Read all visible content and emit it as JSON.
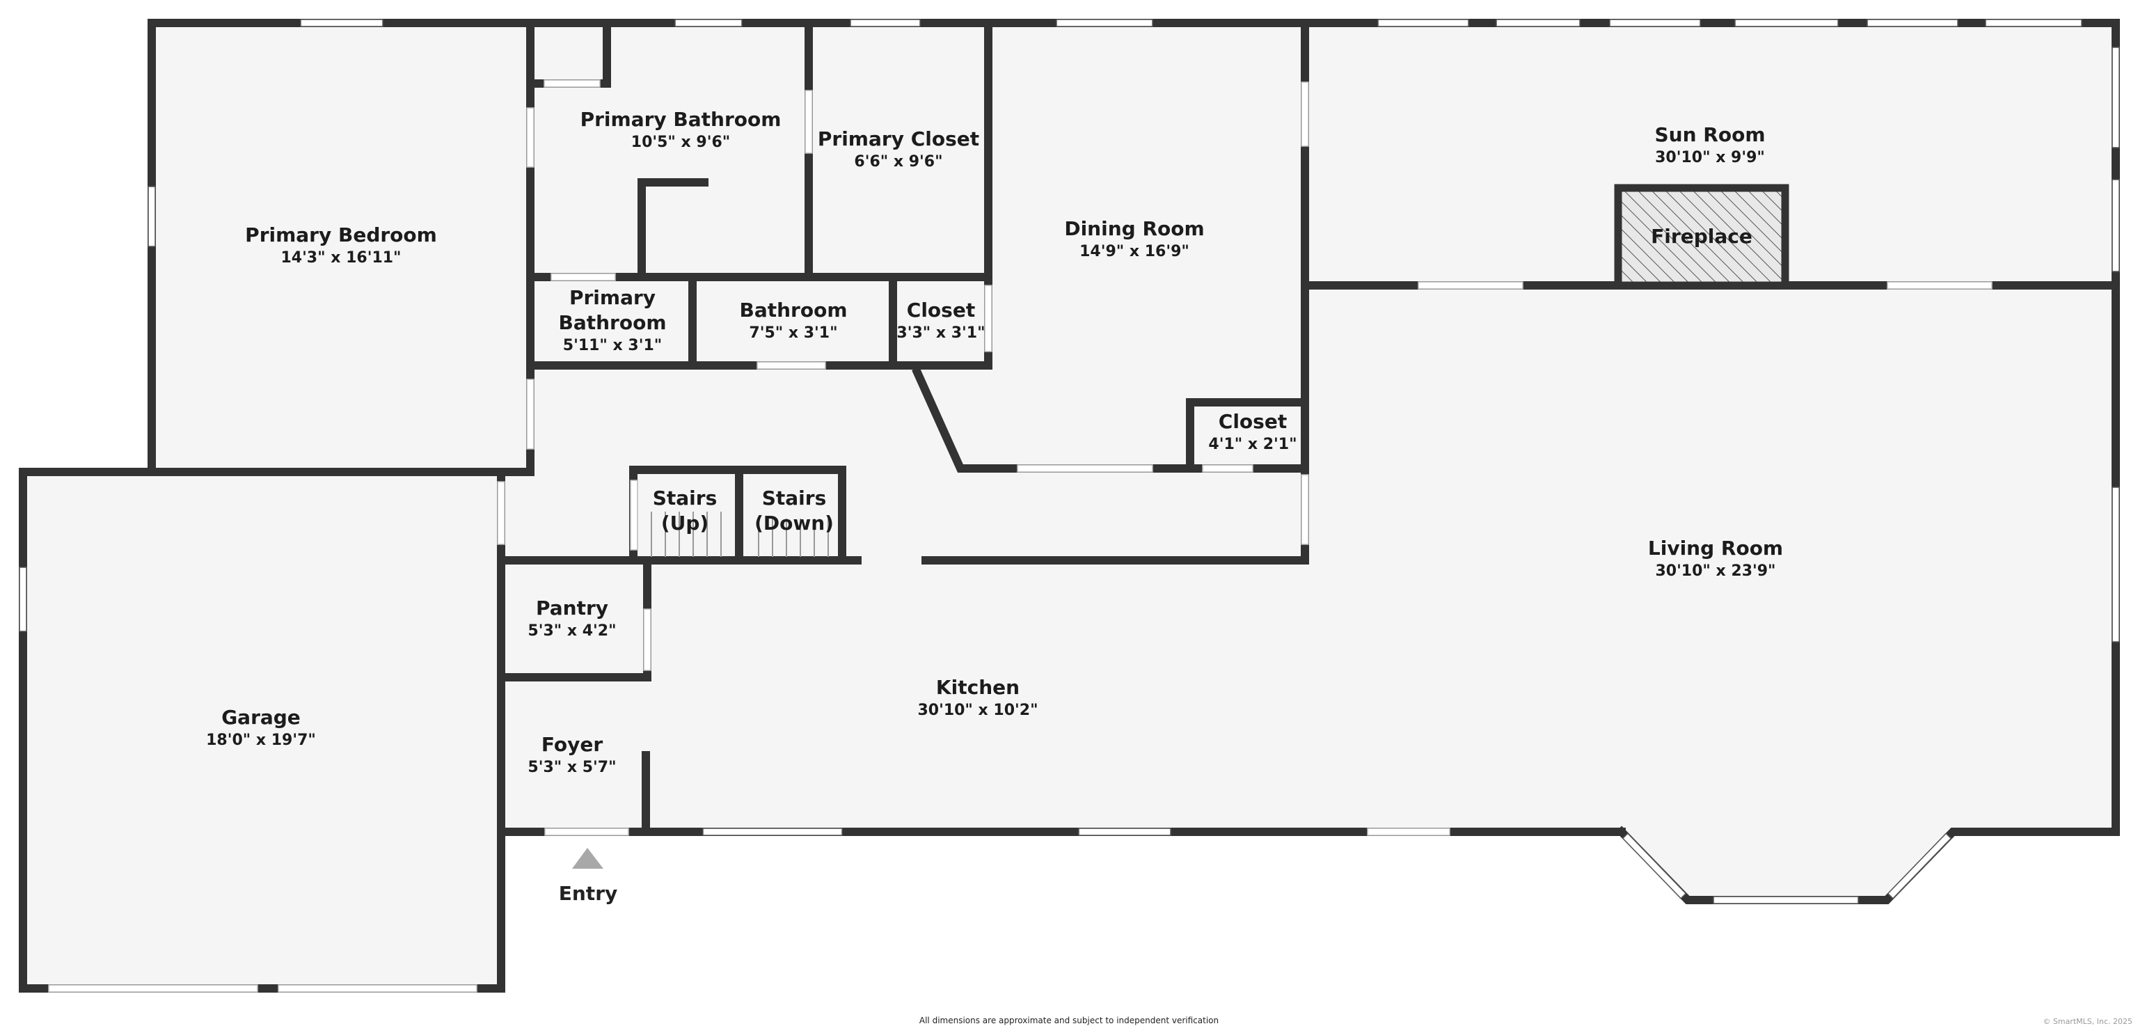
{
  "rooms": [
    {
      "id": "primary-bedroom",
      "name": "Primary Bedroom",
      "dims": "14'3\" x 16'11\""
    },
    {
      "id": "primary-bathroom",
      "name": "Primary Bathroom",
      "dims": "10'5\" x 9'6\""
    },
    {
      "id": "primary-closet",
      "name": "Primary Closet",
      "dims": "6'6\" x 9'6\""
    },
    {
      "id": "dining-room",
      "name": "Dining Room",
      "dims": "14'9\" x 16'9\""
    },
    {
      "id": "sun-room",
      "name": "Sun Room",
      "dims": "30'10\" x 9'9\""
    },
    {
      "id": "primary-bathroom-small",
      "name": "Primary Bathroom",
      "name_lines": [
        "Primary",
        "Bathroom"
      ],
      "dims": "5'11\" x 3'1\""
    },
    {
      "id": "bathroom",
      "name": "Bathroom",
      "dims": "7'5\" x 3'1\""
    },
    {
      "id": "closet-hall",
      "name": "Closet",
      "dims": "3'3\" x 3'1\""
    },
    {
      "id": "closet-dining",
      "name": "Closet",
      "dims": "4'1\" x 2'1\""
    },
    {
      "id": "living-room",
      "name": "Living Room",
      "dims": "30'10\" x 23'9\""
    },
    {
      "id": "garage",
      "name": "Garage",
      "dims": "18'0\" x 19'7\""
    },
    {
      "id": "pantry",
      "name": "Pantry",
      "dims": "5'3\" x 4'2\""
    },
    {
      "id": "kitchen",
      "name": "Kitchen",
      "dims": "30'10\" x 10'2\""
    },
    {
      "id": "foyer",
      "name": "Foyer",
      "dims": "5'3\" x 5'7\""
    }
  ],
  "stairs": [
    {
      "id": "stairs-up",
      "name": "Stairs (Up)",
      "name_lines": [
        "Stairs",
        "(Up)"
      ]
    },
    {
      "id": "stairs-down",
      "name": "Stairs (Down)",
      "name_lines": [
        "Stairs",
        "(Down)"
      ]
    }
  ],
  "fireplace": {
    "label": "Fireplace"
  },
  "entry": {
    "label": "Entry"
  },
  "footer": {
    "note": "All dimensions are approximate and subject to independent verification",
    "copyright": "© SmartMLS, Inc. 2025"
  },
  "colors": {
    "wall": "#333333",
    "floor": "#f5f5f5",
    "window": "#ffffff",
    "entry_marker": "#a8a8a8",
    "text": "#1c1c1c"
  }
}
